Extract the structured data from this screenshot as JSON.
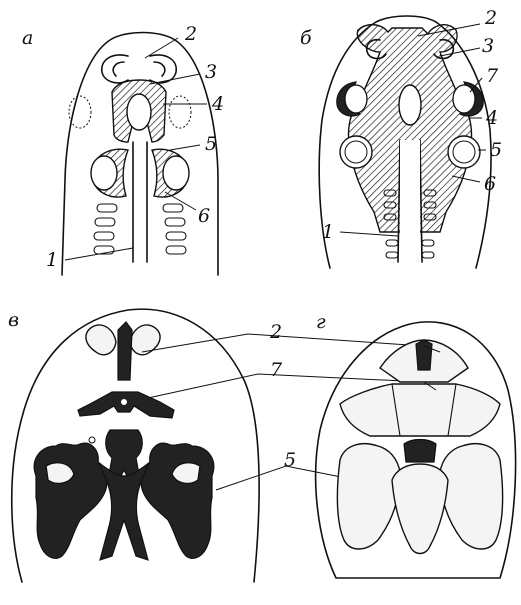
{
  "panels": [
    {
      "letter": "а"
    },
    {
      "letter": "б"
    },
    {
      "letter": "в"
    },
    {
      "letter": "г"
    }
  ],
  "labels": {
    "a": [
      "2",
      "3",
      "4",
      "5",
      "6",
      "1"
    ],
    "b": [
      "2",
      "3",
      "7",
      "4",
      "5",
      "6",
      "1"
    ],
    "v": [
      "2",
      "7",
      "5"
    ]
  }
}
